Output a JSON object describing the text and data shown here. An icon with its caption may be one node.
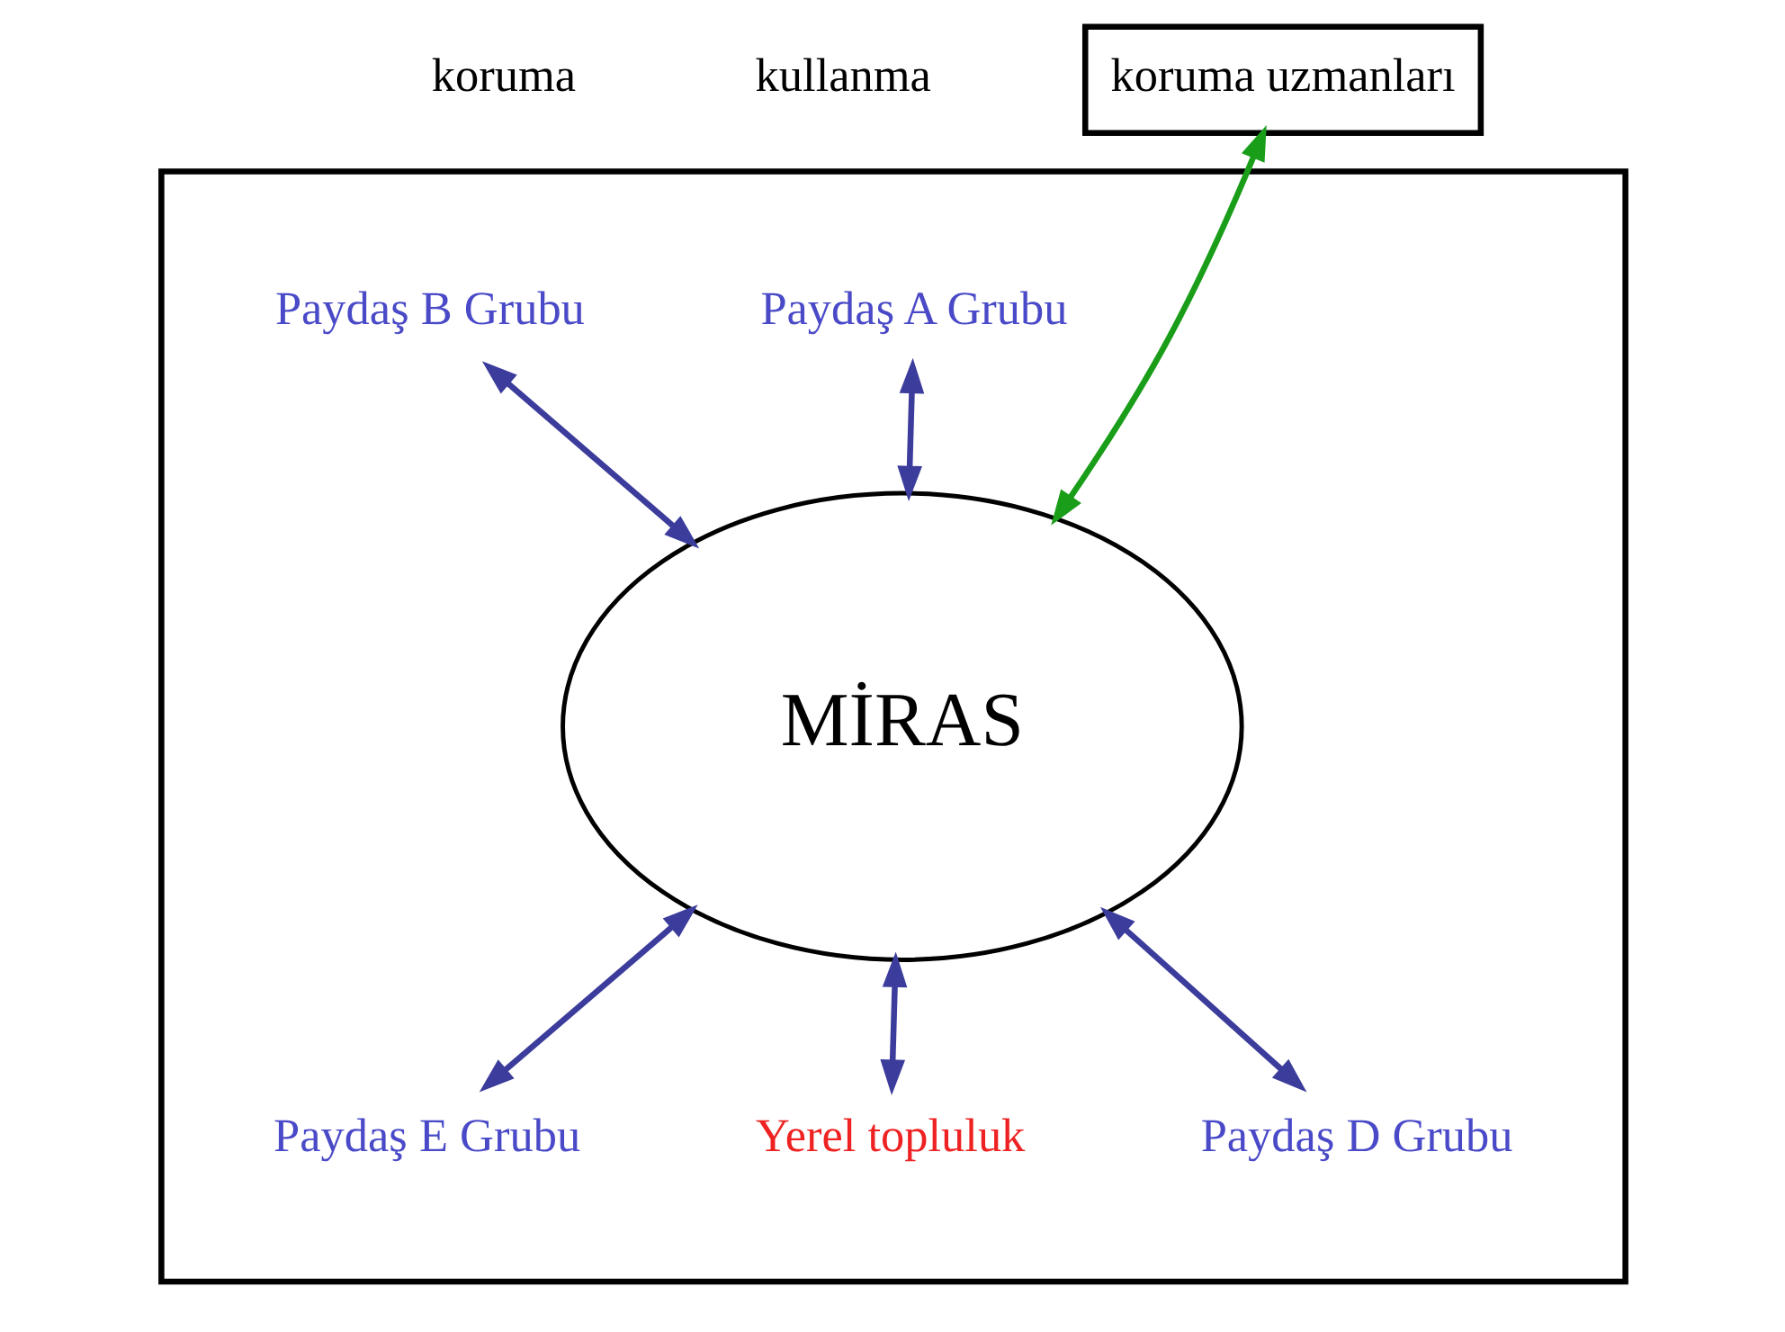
{
  "diagram": {
    "nodes": [
      {
        "text": [],
        "shape": "box"
      },
      {
        "text": [
          "koruma uzmanları"
        ]
      },
      {
        "text": [
          "Paydaş A Grubu"
        ],
        "in": 0
      },
      {
        "text": [
          "Paydaş B Grubu"
        ],
        "in": 0
      },
      {
        "text": [
          "MİRAS"
        ],
        "in": 0
      },
      {
        "text": [
          "Paydaş E Grubu"
        ],
        "in": 0
      },
      {
        "text": [
          "Yerel topluluk"
        ],
        "in": 0
      },
      {
        "text": [
          "Paydaş D Grubu"
        ],
        "in": 0
      }
    ],
    "edges": [
      {
        "from": 1,
        "to": 4,
        "arrow": "both",
        "color": "#1a9e1a"
      },
      {
        "from": 2,
        "to": 4,
        "arrow": "both"
      },
      {
        "from": 3,
        "to": 4,
        "arrow": "both"
      },
      {
        "from": 4,
        "to": 5,
        "arrow": "both"
      },
      {
        "from": 4,
        "to": 6,
        "arrow": "both"
      },
      {
        "from": 4,
        "to": 7,
        "arrow": "both"
      }
    ],
    "labels": [
      "koruma",
      "kullanma"
    ]
  }
}
